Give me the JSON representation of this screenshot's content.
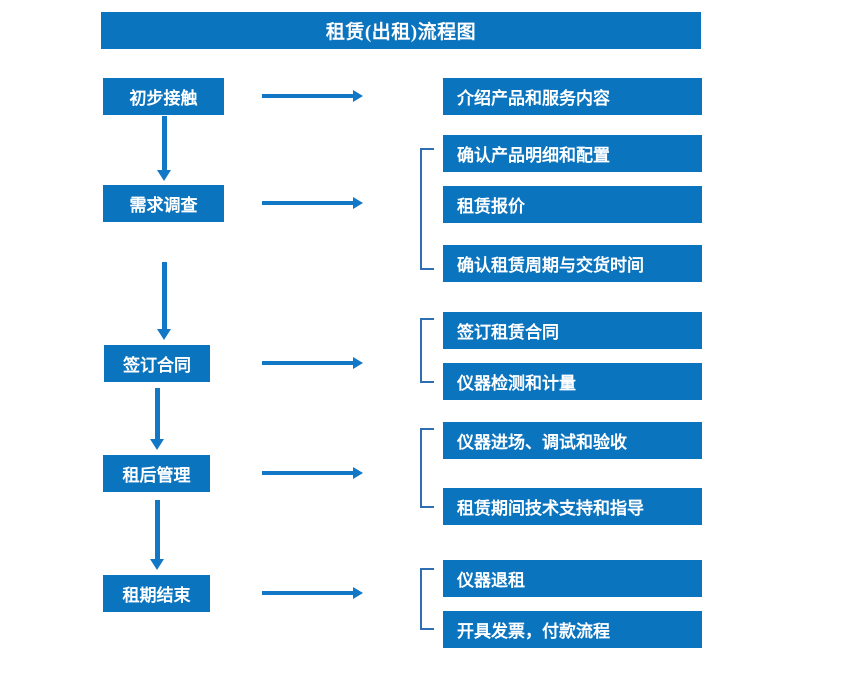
{
  "chart_data": {
    "type": "diagram",
    "title": "租赁(出租)流程图",
    "diagram_kind": "flowchart",
    "orientation": "vertical-stages-with-detail-branches"
  },
  "header": {
    "title": "租赁(出租)流程图"
  },
  "colors": {
    "box_fill": "#0B74BE",
    "box_text": "#FFFFFF",
    "arrow": "#1277C4",
    "bracket": "#2D6FB0",
    "background": "#FFFFFF"
  },
  "stages": [
    {
      "label": "初步接触"
    },
    {
      "label": "需求调查"
    },
    {
      "label": "签订合同"
    },
    {
      "label": "租后管理"
    },
    {
      "label": "租期结束"
    }
  ],
  "details": [
    {
      "label": "介绍产品和服务内容"
    },
    {
      "label": "确认产品明细和配置"
    },
    {
      "label": "租赁报价"
    },
    {
      "label": "确认租赁周期与交货时间"
    },
    {
      "label": "签订租赁合同"
    },
    {
      "label": "仪器检测和计量"
    },
    {
      "label": "仪器进场、调试和验收"
    },
    {
      "label": "租赁期间技术支持和指导"
    },
    {
      "label": "仪器退租"
    },
    {
      "label": "开具发票，付款流程"
    }
  ],
  "connectors": {
    "stage_to_detail_arrow": "right-arrow",
    "stage_to_stage_arrow": "down-arrow",
    "group_bracket": "left-bracket"
  }
}
